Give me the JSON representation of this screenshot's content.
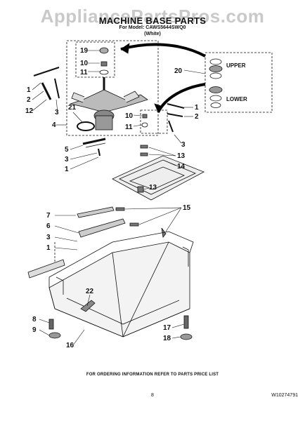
{
  "watermark": "AppliancePartsPros.com",
  "header": {
    "title": "MACHINE BASE PARTS",
    "model": "For Model: CAWS5644SWQ0",
    "color": "(White)"
  },
  "callouts": {
    "c19": "19",
    "c10a": "10",
    "c11a": "11",
    "c20": "20",
    "upper": "UPPER",
    "lower": "LOWER",
    "c1a": "1",
    "c2a": "2",
    "c12": "12",
    "c3a": "3",
    "c21": "21",
    "c4": "4",
    "c10b": "10",
    "c11b": "11",
    "c1b": "1",
    "c2b": "2",
    "c3b": "3",
    "c5": "5",
    "c3c": "3",
    "c1c": "1",
    "c13a": "13",
    "c14": "14",
    "c13b": "13",
    "c7": "7",
    "c6": "6",
    "c3d": "3",
    "c1d": "1",
    "c15": "15",
    "c22": "22",
    "c8": "8",
    "c9": "9",
    "c16": "16",
    "c17": "17",
    "c18": "18"
  },
  "footer": {
    "note": "FOR ORDERING INFORMATION REFER TO PARTS PRICE LIST",
    "page": "8",
    "doc_id": "W10274791"
  }
}
